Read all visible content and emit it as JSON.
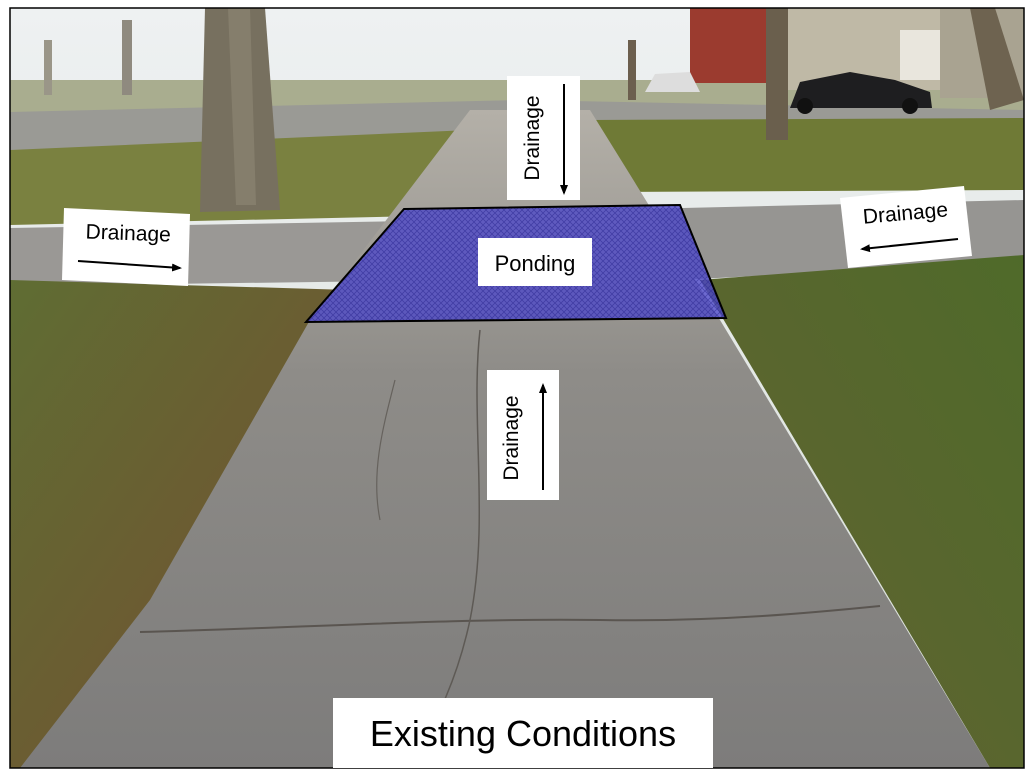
{
  "labels": {
    "drainage_top": "Drainage",
    "drainage_left": "Drainage",
    "drainage_right": "Drainage",
    "drainage_bottom": "Drainage",
    "ponding": "Ponding",
    "caption": "Existing Conditions"
  },
  "colors": {
    "ponding_fill": "#4b47c9",
    "grass": "#5a6a2c",
    "sidewalk": "#8d8d8d",
    "leaves": "#8a6236",
    "sky": "#e9ece8"
  }
}
